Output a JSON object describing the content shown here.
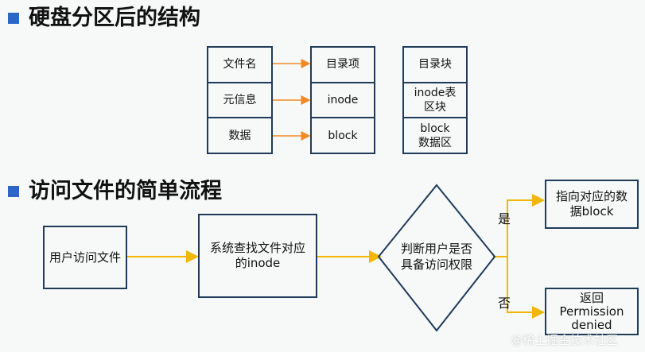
{
  "section1": {
    "title": "硬盘分区后的结构"
  },
  "section2": {
    "title": "访问文件的简单流程"
  },
  "structure": {
    "file_column": [
      "文件名",
      "元信息",
      "数据"
    ],
    "dir_entry_column": [
      "目录项",
      "inode",
      "block"
    ],
    "dir_block_column": [
      "目录块",
      "inode表\n区块",
      "block\n数据区"
    ]
  },
  "flow": {
    "step1": "用户访问文件",
    "step2": "系统查找文件对应\n的inode",
    "decision": "判断用户是否\n具备访问权限",
    "yes_label": "是",
    "no_label": "否",
    "yes_result": "指向对应的数\n据block",
    "no_result": "返回\nPermission\ndenied"
  },
  "watermark": "@稀土掘金技术社区",
  "colors": {
    "accent_bullet": "#2c66c6",
    "line": "#1f3b5a",
    "orange_arrow": "#f08a24",
    "yellow_arrow": "#f2b705"
  }
}
